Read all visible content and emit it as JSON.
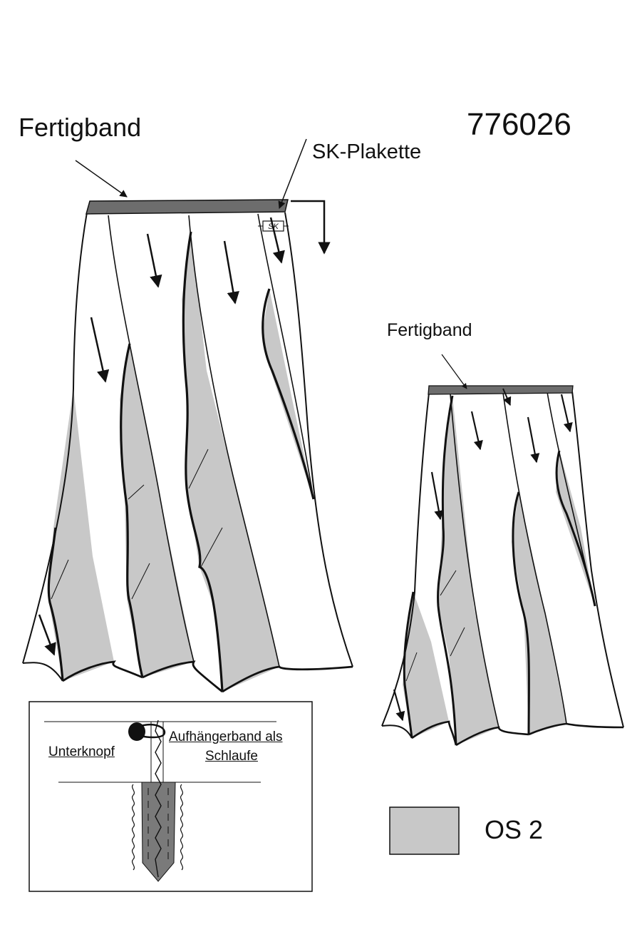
{
  "labels": {
    "fertigband_main": "Fertigband",
    "article_number": "776026",
    "sk_plakette": "SK-Plakette",
    "fertigband_small": "Fertigband"
  },
  "detail": {
    "unterknopf": "Unterknopf",
    "aufhaenger_line1": "Aufhängerband als",
    "aufhaenger_line2": "Schlaufe"
  },
  "legend": {
    "label": "OS 2",
    "swatch_color": "#c8c8c8"
  },
  "colors": {
    "line": "#111111",
    "waistband": "#6d6d6d",
    "panel_fill": "#c8c8c8",
    "zipper": "#7a7a7a"
  },
  "logo": {
    "text": "SK"
  }
}
